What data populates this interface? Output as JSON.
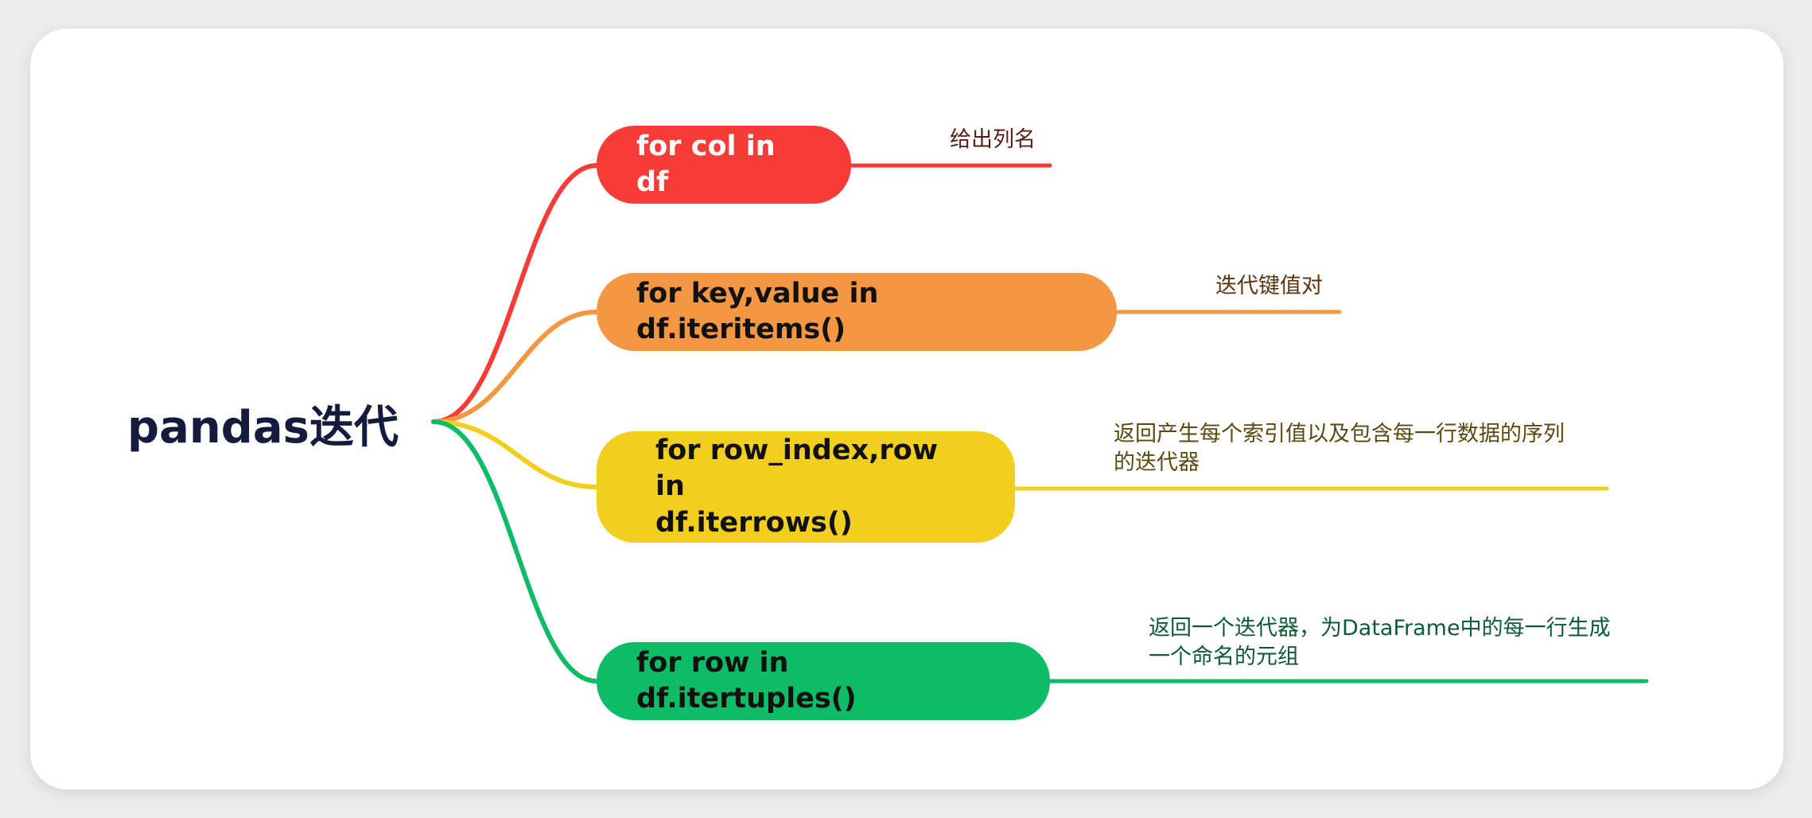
{
  "colors": {
    "red": "#f73b36",
    "orange": "#f39743",
    "yellow": "#f2cf1f",
    "green": "#0ebb66",
    "root_text": "#141b3c",
    "note_red": "#5a1d14",
    "note_orange": "#5a3410",
    "note_yellow": "#5a4a10",
    "note_green": "#0c5b35"
  },
  "root": {
    "label": "pandas迭代"
  },
  "branches": [
    {
      "label": "for col in df",
      "note": "给出列名",
      "color": "red"
    },
    {
      "label": "for key,value in df.iteritems()",
      "note": "迭代键值对",
      "color": "orange"
    },
    {
      "label": "for row_index,row in\ndf.iterrows()",
      "label_lines": [
        "for row_index,row in",
        "df.iterrows()"
      ],
      "note": "返回产生每个索引值以及包含每一行数据的序列\n的迭代器",
      "color": "yellow"
    },
    {
      "label": "for row in df.itertuples()",
      "note": "返回一个迭代器，为DataFrame中的每一行生成\n一个命名的元组",
      "color": "green"
    }
  ]
}
